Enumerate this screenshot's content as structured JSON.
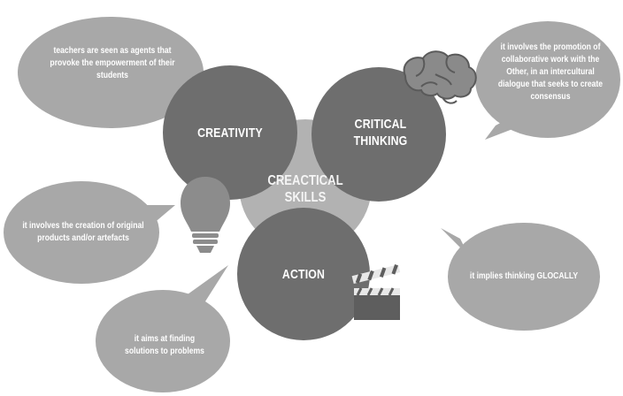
{
  "diagram": {
    "center": {
      "label_line1": "CREACTICAL",
      "label_line2": "SKILLS"
    },
    "circles": {
      "creativity": "CREATIVITY",
      "critical_thinking": "CRITICAL THINKING",
      "action": "ACTION"
    },
    "bubbles": {
      "agents": "teachers are seen as agents that provoke the empowerment of their students",
      "collaborative": "it involves the promotion of collaborative work with the Other, in an intercultural dialogue that seeks to create consensus",
      "original": "it  involves the creation of original products and/or artefacts",
      "glocally": "it implies thinking GLOCALLY",
      "solutions": "it aims at finding solutions to problems"
    },
    "icons": [
      "brain-icon",
      "lightbulb-icon",
      "clapperboard-icon"
    ]
  },
  "colors": {
    "bubble_fill": "#a8a8a8",
    "circle_fill": "#6e6e6e",
    "center_fill": "#b2b2b2",
    "text": "#ffffff"
  }
}
